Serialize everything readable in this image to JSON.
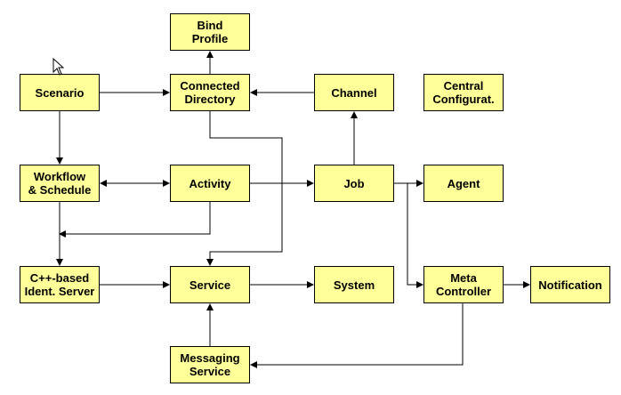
{
  "colors": {
    "box_fill": "#ffff99",
    "box_border": "#000000",
    "connector": "#000000",
    "background": "#ffffff"
  },
  "nodes": {
    "bind_profile": "Bind\nProfile",
    "scenario": "Scenario",
    "connected_directory": "Connected\nDirectory",
    "channel": "Channel",
    "central_configuration": "Central\nConfigurat.",
    "workflow_schedule": "Workflow\n& Schedule",
    "activity": "Activity",
    "job": "Job",
    "agent": "Agent",
    "cpp_ident_server": "C++-based\nIdent. Server",
    "service": "Service",
    "system": "System",
    "meta_controller": "Meta\nController",
    "notification": "Notification",
    "messaging_service": "Messaging\nService"
  },
  "edges": [
    {
      "from": "connected_directory",
      "to": "bind_profile",
      "arrow": "end"
    },
    {
      "from": "scenario",
      "to": "connected_directory",
      "arrow": "end"
    },
    {
      "from": "channel",
      "to": "connected_directory",
      "arrow": "end"
    },
    {
      "from": "job",
      "to": "channel",
      "arrow": "end"
    },
    {
      "from": "scenario",
      "to": "workflow_schedule",
      "arrow": "end"
    },
    {
      "from": "workflow_schedule",
      "to": "activity",
      "arrow": "both"
    },
    {
      "from": "activity",
      "to": "job",
      "arrow": "end"
    },
    {
      "from": "job",
      "to": "agent",
      "arrow": "end"
    },
    {
      "from": "workflow_schedule",
      "to": "cpp_ident_server",
      "arrow": "end"
    },
    {
      "from": "activity",
      "to": "cpp_ident_server",
      "arrow": "end"
    },
    {
      "from": "connected_directory",
      "to": "service",
      "arrow": "end"
    },
    {
      "from": "cpp_ident_server",
      "to": "service",
      "arrow": "end"
    },
    {
      "from": "service",
      "to": "system",
      "arrow": "end"
    },
    {
      "from": "job",
      "to": "meta_controller",
      "arrow": "end"
    },
    {
      "from": "meta_controller",
      "to": "notification",
      "arrow": "end"
    },
    {
      "from": "meta_controller",
      "to": "messaging_service",
      "arrow": "end"
    },
    {
      "from": "messaging_service",
      "to": "service",
      "arrow": "end"
    }
  ]
}
